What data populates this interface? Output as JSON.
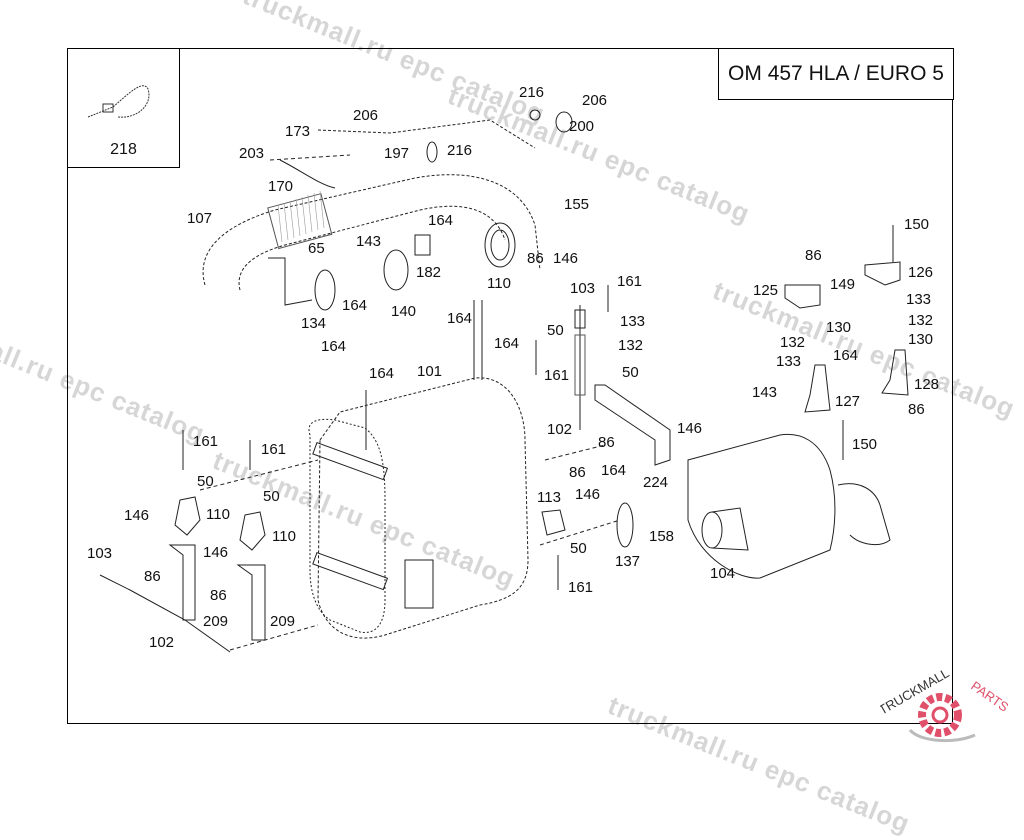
{
  "diagram": {
    "title": "OM 457 HLA / EURO 5",
    "inset_part": "218",
    "watermark_text": "truckmall.ru epc catalog",
    "brand": {
      "name_part1": "TRUCKMALL",
      "name_part2": "PARTS",
      "accent_color": "#e0506a"
    },
    "callouts": [
      {
        "id": "c1",
        "text": "206"
      },
      {
        "id": "c2",
        "text": "173"
      },
      {
        "id": "c3",
        "text": "203"
      },
      {
        "id": "c4",
        "text": "197"
      },
      {
        "id": "c5",
        "text": "216"
      },
      {
        "id": "c6",
        "text": "216"
      },
      {
        "id": "c7",
        "text": "206"
      },
      {
        "id": "c8",
        "text": "200"
      },
      {
        "id": "c9",
        "text": "170"
      },
      {
        "id": "c10",
        "text": "107"
      },
      {
        "id": "c11",
        "text": "155"
      },
      {
        "id": "c12",
        "text": "164"
      },
      {
        "id": "c13",
        "text": "143"
      },
      {
        "id": "c14",
        "text": "65"
      },
      {
        "id": "c15",
        "text": "182"
      },
      {
        "id": "c16",
        "text": "164"
      },
      {
        "id": "c17",
        "text": "134"
      },
      {
        "id": "c18",
        "text": "140"
      },
      {
        "id": "c19",
        "text": "86"
      },
      {
        "id": "c20",
        "text": "146"
      },
      {
        "id": "c21",
        "text": "110"
      },
      {
        "id": "c22",
        "text": "103"
      },
      {
        "id": "c23",
        "text": "161"
      },
      {
        "id": "c24",
        "text": "133"
      },
      {
        "id": "c25",
        "text": "164"
      },
      {
        "id": "c26",
        "text": "50"
      },
      {
        "id": "c27",
        "text": "132"
      },
      {
        "id": "c28",
        "text": "164"
      },
      {
        "id": "c29",
        "text": "164"
      },
      {
        "id": "c30",
        "text": "164"
      },
      {
        "id": "c31",
        "text": "101"
      },
      {
        "id": "c32",
        "text": "161"
      },
      {
        "id": "c33",
        "text": "50"
      },
      {
        "id": "c34",
        "text": "102"
      },
      {
        "id": "c35",
        "text": "86"
      },
      {
        "id": "c36",
        "text": "146"
      },
      {
        "id": "c37",
        "text": "224"
      },
      {
        "id": "c38",
        "text": "86"
      },
      {
        "id": "c39",
        "text": "164"
      },
      {
        "id": "c40",
        "text": "113"
      },
      {
        "id": "c41",
        "text": "146"
      },
      {
        "id": "c42",
        "text": "158"
      },
      {
        "id": "c43",
        "text": "137"
      },
      {
        "id": "c44",
        "text": "50"
      },
      {
        "id": "c45",
        "text": "161"
      },
      {
        "id": "c46",
        "text": "104"
      },
      {
        "id": "c47",
        "text": "150"
      },
      {
        "id": "c48",
        "text": "86"
      },
      {
        "id": "c49",
        "text": "126"
      },
      {
        "id": "c50",
        "text": "125"
      },
      {
        "id": "c51",
        "text": "149"
      },
      {
        "id": "c52",
        "text": "133"
      },
      {
        "id": "c53",
        "text": "130"
      },
      {
        "id": "c54",
        "text": "132"
      },
      {
        "id": "c55",
        "text": "132"
      },
      {
        "id": "c56",
        "text": "130"
      },
      {
        "id": "c57",
        "text": "133"
      },
      {
        "id": "c58",
        "text": "164"
      },
      {
        "id": "c59",
        "text": "128"
      },
      {
        "id": "c60",
        "text": "143"
      },
      {
        "id": "c61",
        "text": "127"
      },
      {
        "id": "c62",
        "text": "86"
      },
      {
        "id": "c63",
        "text": "150"
      },
      {
        "id": "c64",
        "text": "161"
      },
      {
        "id": "c65",
        "text": "161"
      },
      {
        "id": "c66",
        "text": "50"
      },
      {
        "id": "c67",
        "text": "50"
      },
      {
        "id": "c68",
        "text": "146"
      },
      {
        "id": "c69",
        "text": "110"
      },
      {
        "id": "c70",
        "text": "110"
      },
      {
        "id": "c71",
        "text": "146"
      },
      {
        "id": "c72",
        "text": "103"
      },
      {
        "id": "c73",
        "text": "86"
      },
      {
        "id": "c74",
        "text": "86"
      },
      {
        "id": "c75",
        "text": "209"
      },
      {
        "id": "c76",
        "text": "209"
      },
      {
        "id": "c77",
        "text": "102"
      }
    ]
  }
}
